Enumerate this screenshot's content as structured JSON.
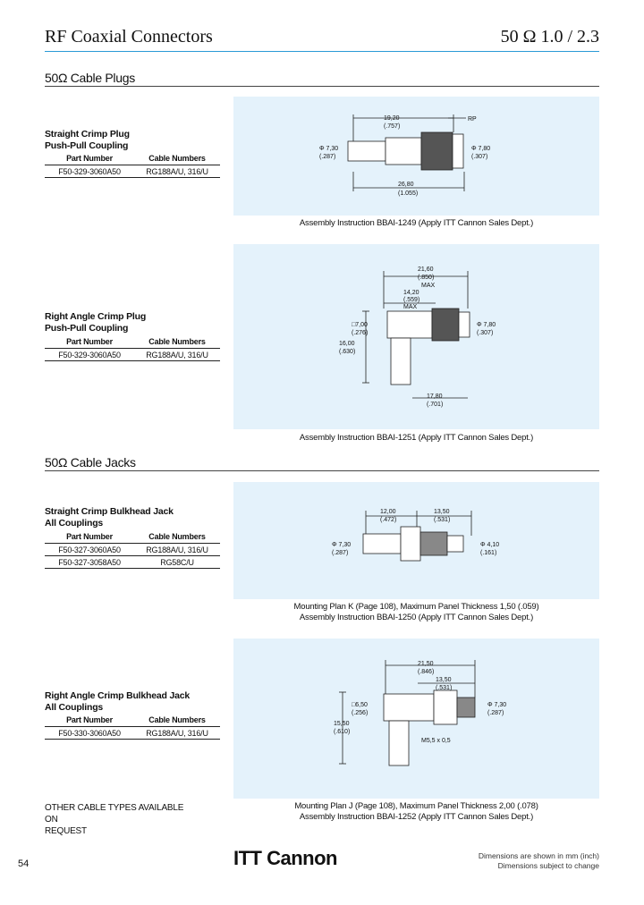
{
  "header": {
    "title": "RF Coaxial Connectors",
    "spec": "50 Ω 1.0 / 2.3"
  },
  "sections": [
    {
      "title": "50Ω Cable Plugs"
    },
    {
      "title": "50Ω Cable Jacks"
    }
  ],
  "products": [
    {
      "title_line1": "Straight Crimp Plug",
      "title_line2": "Push-Pull Coupling",
      "col1": "Part Number",
      "col2": "Cable Numbers",
      "rows": [
        {
          "part": "F50-329-3060A50",
          "cable": "RG188A/U, 316/U"
        }
      ],
      "caption_lines": [
        "Assembly Instruction BBAI-1249 (Apply ITT Cannon Sales Dept.)"
      ],
      "dims": {
        "d1": "19,20",
        "d1i": "(.757)",
        "d2": "Φ 7,30",
        "d2i": "(.287)",
        "d3": "Φ 7,80",
        "d3i": "(.307)",
        "d4": "26,80",
        "d4i": "(1.055)",
        "d5": "RP"
      }
    },
    {
      "title_line1": "Right Angle Crimp Plug",
      "title_line2": "Push-Pull Coupling",
      "col1": "Part Number",
      "col2": "Cable Numbers",
      "rows": [
        {
          "part": "F50-329-3060A50",
          "cable": "RG188A/U, 316/U"
        }
      ],
      "caption_lines": [
        "Assembly Instruction BBAI-1251 (Apply ITT Cannon Sales Dept.)"
      ],
      "dims": {
        "d1": "21,60",
        "d1i": "(.850)",
        "d1m": "MAX",
        "d2": "14,20",
        "d2i": "(.559)",
        "d2m": "MAX",
        "d3": "□7,00",
        "d3i": "(.276)",
        "d4": "16,00",
        "d4i": "(.630)",
        "d5": "Φ 7,80",
        "d5i": "(.307)",
        "d6": "17,80",
        "d6i": "(.701)"
      }
    },
    {
      "title_line1": "Straight Crimp Bulkhead Jack",
      "title_line2": "All Couplings",
      "col1": "Part Number",
      "col2": "Cable Numbers",
      "rows": [
        {
          "part": "F50-327-3060A50",
          "cable": "RG188A/U, 316/U"
        },
        {
          "part": "F50-327-3058A50",
          "cable": "RG58C/U"
        }
      ],
      "caption_lines": [
        "Mounting Plan K (Page 108), Maximum Panel Thickness 1,50 (.059)",
        "Assembly Instruction BBAI-1250 (Apply ITT Cannon Sales Dept.)"
      ],
      "dims": {
        "d1": "12,00",
        "d1i": "(.472)",
        "d2": "13,50",
        "d2i": "(.531)",
        "d3": "Φ 7,30",
        "d3i": "(.287)",
        "d4": "Φ 4,10",
        "d4i": "(.161)"
      }
    },
    {
      "title_line1": "Right Angle Crimp Bulkhead Jack",
      "title_line2": "All Couplings",
      "col1": "Part Number",
      "col2": "Cable Numbers",
      "rows": [
        {
          "part": "F50-330-3060A50",
          "cable": "RG188A/U, 316/U"
        }
      ],
      "caption_lines": [
        "Mounting Plan J (Page 108), Maximum Panel Thickness 2,00 (.078)",
        "Assembly Instruction BBAI-1252 (Apply ITT Cannon Sales Dept.)"
      ],
      "dims": {
        "d1": "21,50",
        "d1i": "(.846)",
        "d2": "13,50",
        "d2i": "(.531)",
        "d3": "□6,50",
        "d3i": "(.256)",
        "d4": "15,50",
        "d4i": "(.610)",
        "d5": "Φ 7,30",
        "d5i": "(.287)",
        "d6": "M5,5 x 0,5"
      }
    }
  ],
  "note_line1": "OTHER CABLE TYPES AVAILABLE ON",
  "note_line2": "REQUEST",
  "footer": {
    "page_number": "54",
    "brand": "ITT Cannon",
    "note1": "Dimensions are shown in mm (inch)",
    "note2": "Dimensions subject to change"
  }
}
